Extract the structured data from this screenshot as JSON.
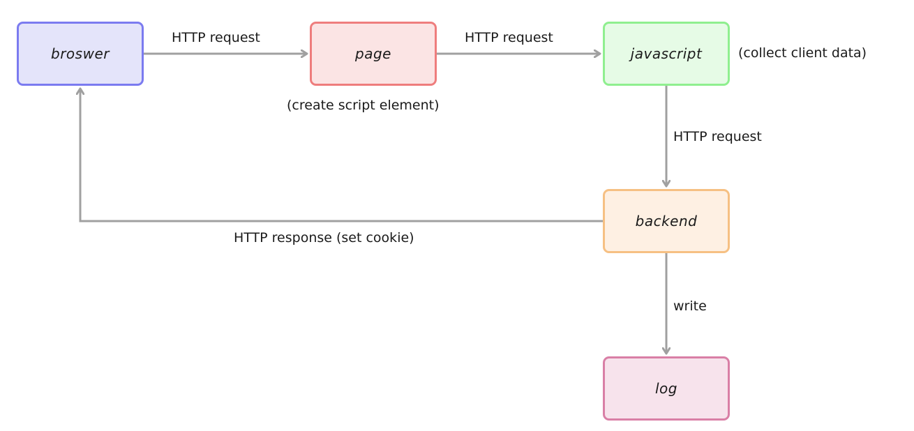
{
  "colors": {
    "edge": "#a0a0a0",
    "browser_border": "#7b7bf0",
    "browser_fill": "#e4e4fa",
    "page_border": "#ee7d7d",
    "page_fill": "#fbe4e4",
    "javascript_border": "#8fef8f",
    "javascript_fill": "#e6fbe6",
    "backend_border": "#f6c083",
    "backend_fill": "#fef0e3",
    "log_border": "#d97fa6",
    "log_fill": "#f7e3ec"
  },
  "nodes": {
    "browser": "broswer",
    "page": "page",
    "javascript": "javascript",
    "backend": "backend",
    "log": "log"
  },
  "edges": {
    "browser_to_page": "HTTP request",
    "page_to_javascript": "HTTP request",
    "javascript_to_backend": "HTTP request",
    "backend_to_browser": "HTTP response (set cookie)",
    "backend_to_log": "write"
  },
  "notes": {
    "page": "(create script element)",
    "javascript": "(collect client data)"
  }
}
